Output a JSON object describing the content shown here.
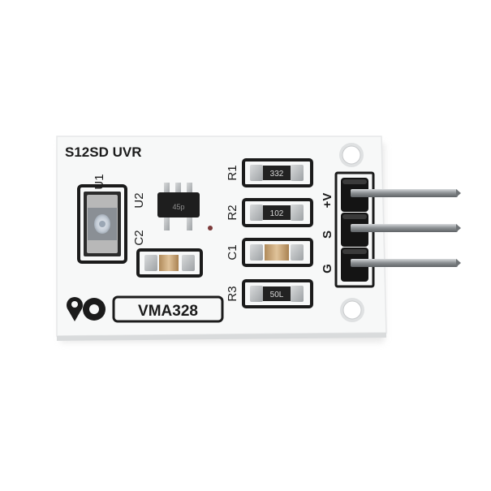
{
  "board": {
    "title": "S12SD UVR",
    "model": "VMA328",
    "colors": {
      "board": "#f7f8f8",
      "silkscreen": "#1b1b1b",
      "pad": "#b9bcbe",
      "header": "#141414",
      "pin": "#9ea2a5"
    }
  },
  "designators": {
    "u1": "U1",
    "u2": "U2",
    "c1": "C1",
    "c2": "C2",
    "r1": "R1",
    "r2": "R2",
    "r3": "R3"
  },
  "resistor_codes": {
    "r1": "332",
    "r2": "102",
    "r3": "50L"
  },
  "ic_marking": "45p",
  "pins": {
    "vcc": "+V",
    "signal": "S",
    "ground": "G"
  },
  "logo": {
    "icon": "velleman-logo-icon"
  }
}
